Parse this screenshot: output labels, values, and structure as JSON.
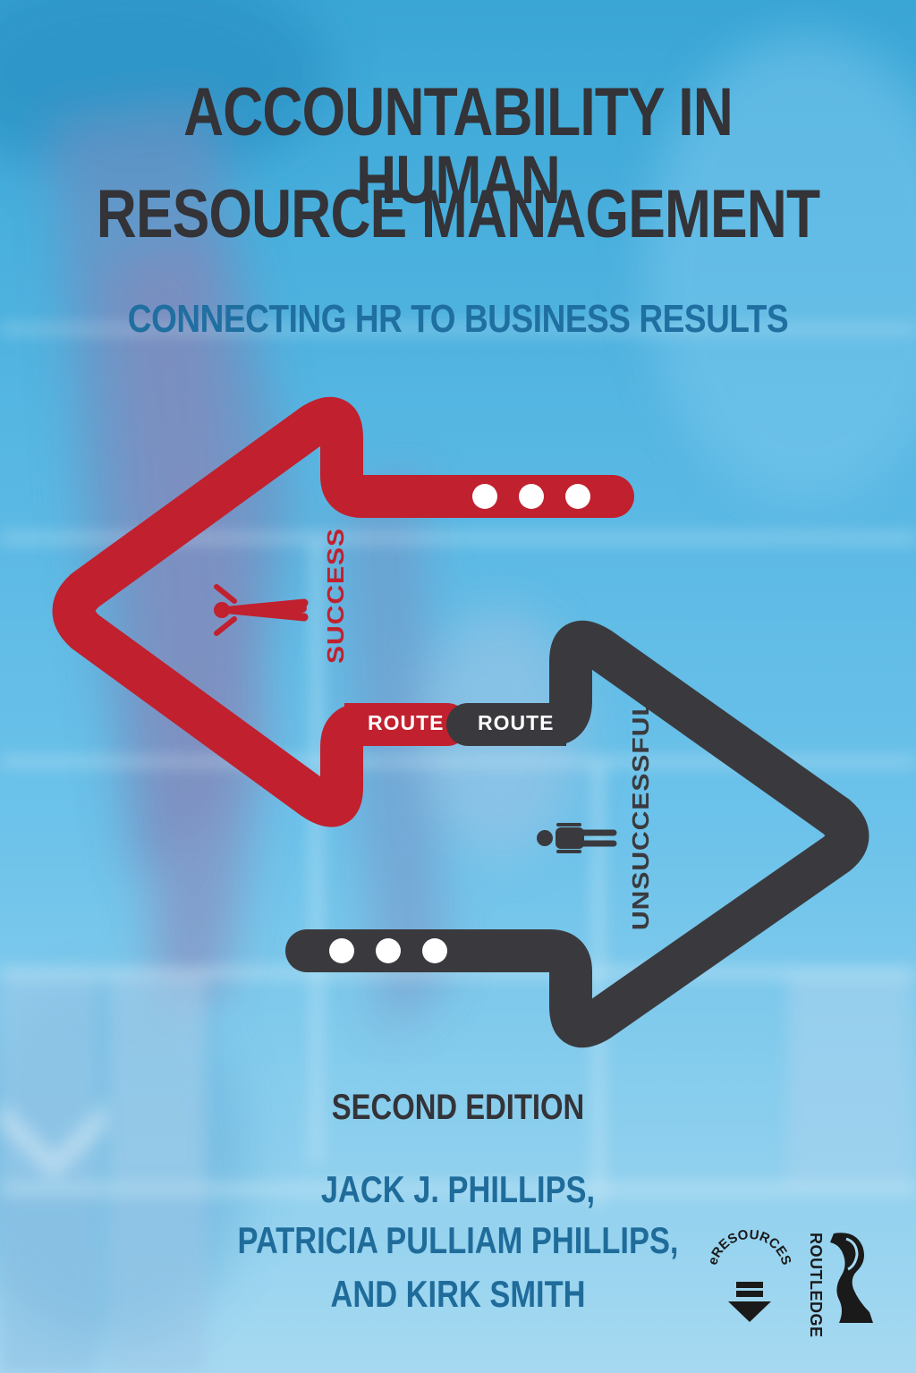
{
  "book": {
    "title_line1": "ACCOUNTABILITY IN HUMAN",
    "title_line2": "RESOURCE MANAGEMENT",
    "subtitle": "CONNECTING HR TO BUSINESS RESULTS",
    "edition": "SECOND EDITION",
    "authors": [
      "JACK J. PHILLIPS,",
      "PATRICIA PULLIAM PHILLIPS,",
      "AND KIRK SMITH"
    ]
  },
  "illustration": {
    "route_left": "ROUTE",
    "route_right": "ROUTE",
    "success_label": "SUCCESS",
    "unsuccessful_label": "UNSUCCESSFUL",
    "colors": {
      "success": "#c1202e",
      "unsuccessful": "#3a3a3e",
      "background": "#55b6e2"
    }
  },
  "publisher": {
    "name": "ROUTLEDGE",
    "eresources": "eRESOURCES"
  }
}
